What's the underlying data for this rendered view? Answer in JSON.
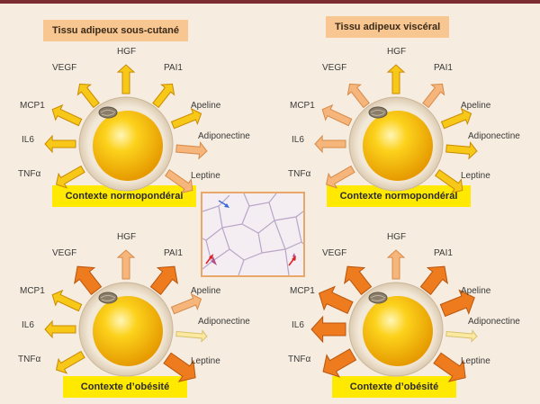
{
  "titles": {
    "subcutaneous": "Tissu adipeux sous-cutané",
    "visceral": "Tissu adipeux viscéral"
  },
  "contexts": {
    "normal": "Contexte normopondéral",
    "obese": "Contexte d’obésité"
  },
  "labels": {
    "vegf": "VEGF",
    "hgf": "HGF",
    "pai1": "PAI1",
    "mcp1": "MCP1",
    "apeline": "Apeline",
    "il6": "IL6",
    "adiponectine": "Adiponectine",
    "tnfa": "TNFα",
    "leptine": "Leptine"
  },
  "colors": {
    "background": "#f6ecdf",
    "header_bar": "#7b2d2f",
    "title_box": "#f8c690",
    "context_box": "#ffe900",
    "arrow_yellow": "#f7c818",
    "arrow_light_orange": "#f6b57a",
    "arrow_orange": "#ee7b1e",
    "arrow_pale": "#fbe9a0",
    "adipocyte_core": "#f9c10c",
    "adipocyte_membrane": "#efe3d1"
  },
  "panels": [
    {
      "id": "subcut-normal",
      "arrows": {
        "vegf": "yellow",
        "hgf": "yellow",
        "pai1": "yellow",
        "mcp1": "yellow",
        "apeline": "yellow",
        "il6": "yellow",
        "adiponectine": "light_orange",
        "tnfa": "yellow",
        "leptine": "light_orange"
      }
    },
    {
      "id": "visc-normal",
      "arrows": {
        "vegf": "light_orange",
        "hgf": "yellow",
        "pai1": "light_orange",
        "mcp1": "light_orange",
        "apeline": "yellow",
        "il6": "light_orange",
        "adiponectine": "yellow",
        "tnfa": "light_orange",
        "leptine": "yellow"
      }
    },
    {
      "id": "subcut-obese",
      "arrows": {
        "vegf": "orange",
        "hgf": "light_orange",
        "pai1": "orange",
        "mcp1": "yellow",
        "apeline": "light_orange",
        "il6": "yellow",
        "adiponectine": "pale",
        "tnfa": "yellow",
        "leptine": "orange"
      }
    },
    {
      "id": "visc-obese",
      "arrows": {
        "vegf": "orange",
        "hgf": "light_orange",
        "pai1": "orange",
        "mcp1": "orange",
        "apeline": "orange",
        "il6": "orange",
        "adiponectine": "pale",
        "tnfa": "orange",
        "leptine": "orange"
      }
    }
  ]
}
